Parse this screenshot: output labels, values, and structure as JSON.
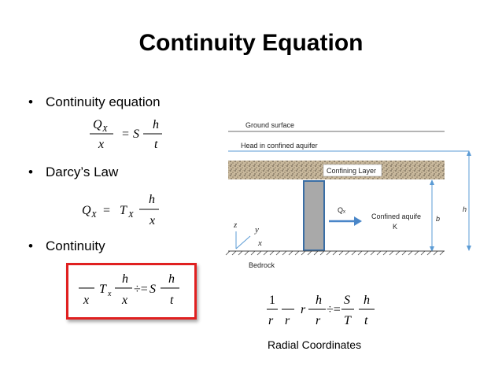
{
  "slide": {
    "title": "Continuity Equation",
    "bullets": [
      {
        "text": "Continuity equation"
      },
      {
        "text": "Darcy’s Law"
      },
      {
        "text": "Continuity"
      }
    ]
  },
  "equations": {
    "continuity": {
      "num1": "Q",
      "sub1": "X",
      "den1": "x",
      "eq": "=",
      "mid": "S",
      "num2": "h",
      "den2": "t"
    },
    "darcy": {
      "lhs": "Q",
      "lhs_sub": "X",
      "eq": "=",
      "mid": "T",
      "mid_sub": "X",
      "num": "h",
      "den": "x"
    },
    "combined": {
      "den1": "x",
      "T": "T",
      "T_sub": "x",
      "num2": "h",
      "den2": "x",
      "op": "÷=",
      "S": "S",
      "num3": "h",
      "den3": "t"
    },
    "radial": {
      "num1": "1",
      "den1": "r",
      "den2": "r",
      "r": "r",
      "num3": "h",
      "den3": "r",
      "op": "÷=",
      "numS": "S",
      "denT": "T",
      "num4": "h",
      "den4": "t"
    }
  },
  "diagram": {
    "ground_surface": "Ground surface",
    "head_line": "Head in confined aquifer",
    "confining_layer": "Confining Layer",
    "flow_label": "Qₓ",
    "aquifer_label": "Confined aquife",
    "k_label": "K",
    "b_label": "b",
    "h_label": "h",
    "axis_z": "z",
    "axis_y": "y",
    "axis_x": "x",
    "bedrock": "Bedrock",
    "colors": {
      "arrow": "#4a86c8",
      "well": "#a9a9a9",
      "well_border": "#3a6ea5",
      "dim": "#5b9bd5"
    }
  },
  "caption": "Radial Coordinates"
}
